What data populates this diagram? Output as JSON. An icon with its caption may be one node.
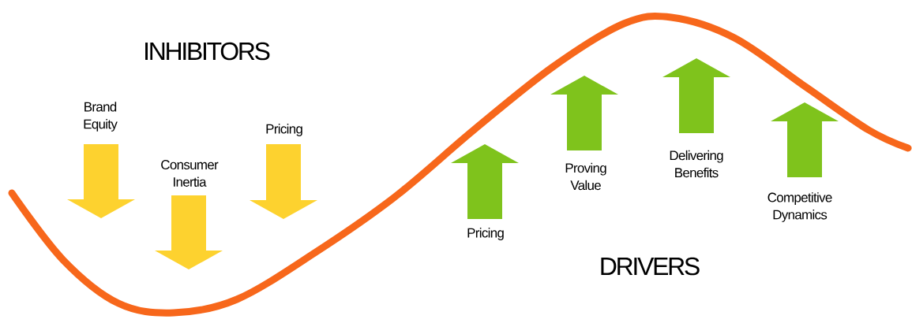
{
  "diagram": {
    "labels": [
      "INHIBITORS",
      "Brand Equity",
      "Consumer Inertia",
      "Pricing",
      "Pricing",
      "Proving Value",
      "Delivering Benefits",
      "Competitive Dynamics",
      "DRIVERS"
    ]
  }
}
